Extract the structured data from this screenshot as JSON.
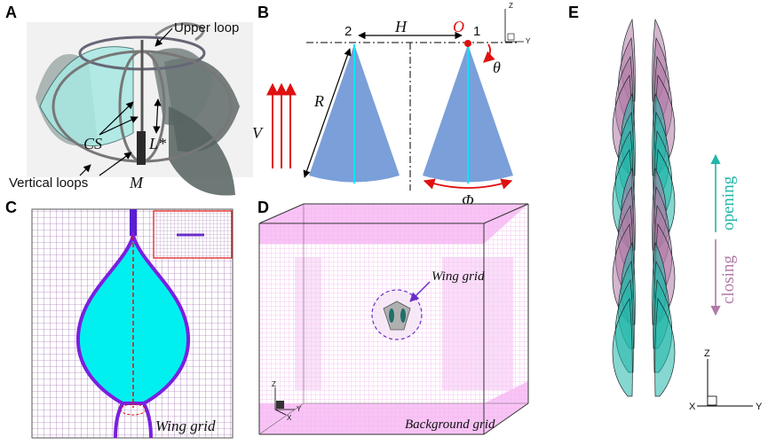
{
  "panels": {
    "A": {
      "letter": "A",
      "upper_loop": "Upper loop",
      "vertical_loops": "Vertical loops",
      "cs": "CS",
      "l_star": "L*",
      "m": "M"
    },
    "B": {
      "letter": "B",
      "h": "H",
      "o": "O",
      "r": "R",
      "v": "V",
      "theta": "θ",
      "phi": "Φ",
      "pt2": "2",
      "pt1": "1",
      "ax_z": "Z",
      "ax_y": "Y"
    },
    "C": {
      "letter": "C",
      "wing_grid": "Wing grid"
    },
    "D": {
      "letter": "D",
      "wing_grid": "Wing grid",
      "background_grid": "Background grid",
      "ax_z": "Z",
      "ax_y": "Y",
      "ax_x": "X"
    },
    "E": {
      "letter": "E",
      "opening": "opening",
      "closing": "closing",
      "ax_z": "Z",
      "ax_y": "Y",
      "ax_x": "X"
    }
  },
  "colors": {
    "fan_blue": "#7b9fd9",
    "cyan_line": "#00e5ff",
    "red": "#e01010",
    "wing_cyan": "#00f0f0",
    "grid_purple": "#6a2c91",
    "pink": "#f4a8f0",
    "opening_teal": "#20b6a9",
    "closing_mauve": "#b07aa6"
  }
}
